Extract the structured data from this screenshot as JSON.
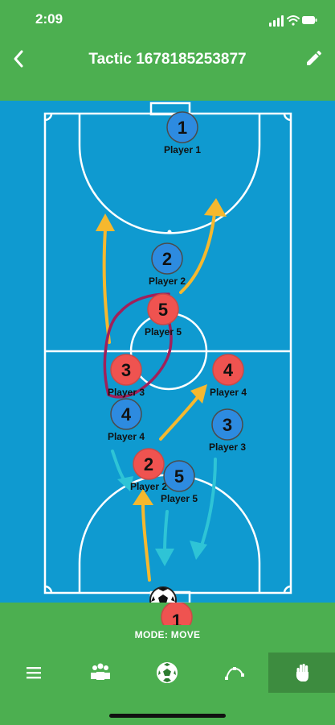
{
  "status": {
    "time": "2:09"
  },
  "app_bar": {
    "title": "Tactic 1678185253877"
  },
  "players": [
    {
      "team": "blue",
      "number": "1",
      "label": "Player 1"
    },
    {
      "team": "blue",
      "number": "2",
      "label": "Player 2"
    },
    {
      "team": "red",
      "number": "5",
      "label": "Player 5"
    },
    {
      "team": "red",
      "number": "3",
      "label": "Player 3"
    },
    {
      "team": "red",
      "number": "4",
      "label": "Player 4"
    },
    {
      "team": "blue",
      "number": "4",
      "label": "Player 4"
    },
    {
      "team": "blue",
      "number": "3",
      "label": "Player 3"
    },
    {
      "team": "red",
      "number": "2",
      "label": "Player 2"
    },
    {
      "team": "blue",
      "number": "5",
      "label": "Player 5"
    },
    {
      "team": "red",
      "number": "1",
      "label": ""
    }
  ],
  "bottom": {
    "mode_label": "MODE: MOVE"
  },
  "toolbar": {
    "tools": [
      {
        "icon": "menu-icon"
      },
      {
        "icon": "players-icon"
      },
      {
        "icon": "ball-icon"
      },
      {
        "icon": "curve-tool-icon"
      },
      {
        "icon": "move-hand-icon",
        "active": true
      }
    ]
  },
  "colors": {
    "field": "#0f9ad0",
    "bar": "#4caf50",
    "red_team": "#ef5350",
    "blue_team": "#2d8be0",
    "arrow_yellow": "#f5b82e",
    "arrow_cyan": "#2ec4d6",
    "freehand": "#a0205a"
  }
}
